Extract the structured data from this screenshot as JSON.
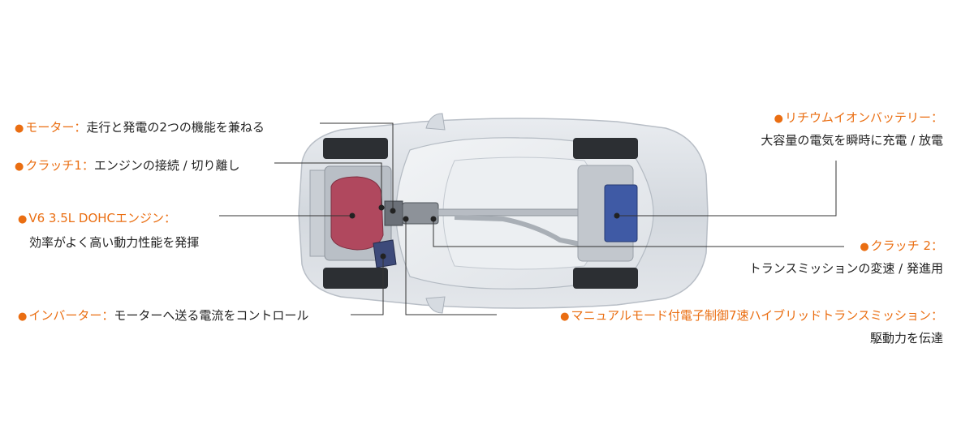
{
  "labels": {
    "motor": {
      "name": "モーター",
      "desc": "走行と発電の2つの機能を兼ねる"
    },
    "clutch1": {
      "name": "クラッチ1",
      "desc": "エンジンの接続 / 切り離し"
    },
    "engine": {
      "name": "V6 3.5L DOHCエンジン",
      "desc": "効率がよく高い動力性能を発揮"
    },
    "inverter": {
      "name": "インバーター",
      "desc": "モーターへ送る電流をコントロール"
    },
    "battery": {
      "name": "リチウムイオンバッテリー",
      "desc": "大容量の電気を瞬時に充電 / 放電"
    },
    "clutch2": {
      "name": "クラッチ 2",
      "desc": "トランスミッションの変速 / 発進用"
    },
    "transmission": {
      "name": "マニュアルモード付電子制御7速ハイブリッドトランスミッション",
      "desc": "駆動力を伝達"
    }
  },
  "colors": {
    "accent": "#ea6e12",
    "engine": "#b0485e",
    "battery": "#3f5aa5",
    "inverter": "#3d4a7a"
  }
}
